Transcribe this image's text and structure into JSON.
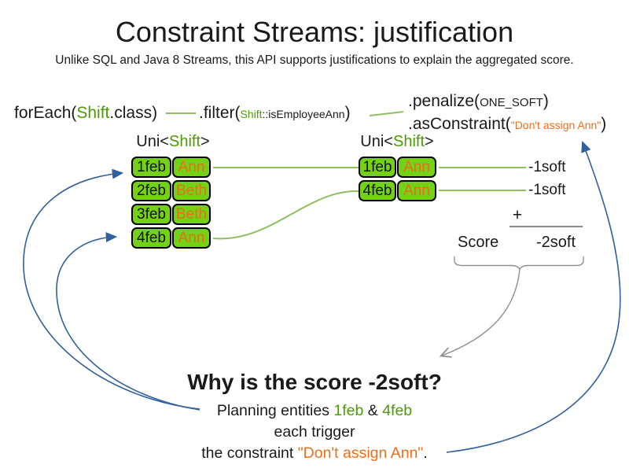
{
  "title": "Constraint Streams: justification",
  "subtitle": "Unlike SQL and Java 8 Streams, this API supports justifications to explain the aggregated score.",
  "code": {
    "foreach": {
      "pre": "forEach(",
      "cls": "Shift",
      "post": ".class)"
    },
    "filter": {
      "pre": ".filter(",
      "cls": "Shift",
      "arg": "::isEmployeeAnn",
      "post": ")"
    },
    "penalize": {
      "pre": ".penalize(",
      "arg": "ONE_SOFT",
      "post": ")"
    },
    "as_constraint": {
      "pre": ".asConstraint(",
      "arg": "\"Don't assign Ann\"",
      "post": ")"
    }
  },
  "left_stream": {
    "label": {
      "pre": "Uni<",
      "cls": "Shift",
      "post": ">"
    },
    "rows": [
      {
        "date": "1feb",
        "employee": "Ann"
      },
      {
        "date": "2feb",
        "employee": "Beth"
      },
      {
        "date": "3feb",
        "employee": "Beth"
      },
      {
        "date": "4feb",
        "employee": "Ann"
      }
    ]
  },
  "right_stream": {
    "label": {
      "pre": "Uni<",
      "cls": "Shift",
      "post": ">"
    },
    "rows": [
      {
        "date": "1feb",
        "employee": "Ann"
      },
      {
        "date": "4feb",
        "employee": "Ann"
      }
    ]
  },
  "score_panel": {
    "match_scores": [
      "-1soft",
      "-1soft"
    ],
    "plus": "+",
    "score_label": "Score",
    "total": "-2soft"
  },
  "why": {
    "heading": "Why is the score -2soft?",
    "line1": {
      "pre": "Planning entities ",
      "entity1": "1feb",
      "mid": " & ",
      "entity2": "4feb"
    },
    "line2": "each trigger",
    "line3": {
      "pre": "the constraint ",
      "constraint": "\"Don't assign Ann\"",
      "post": "."
    }
  },
  "colors": {
    "cell_green": "#73d216",
    "green_text": "#4e9a06",
    "orange_text": "#e8701a",
    "connector_green": "#8ebf60",
    "arrow_blue": "#31609f",
    "gray": "#909090"
  }
}
